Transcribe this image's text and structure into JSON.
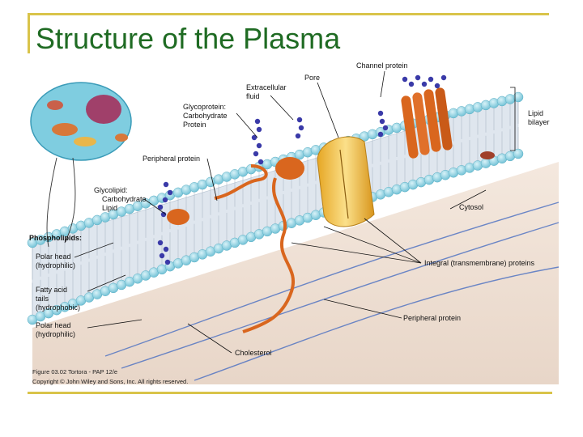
{
  "slide": {
    "title": "Structure of the Plasma"
  },
  "labels": {
    "channel_protein": "Channel protein",
    "pore": "Pore",
    "extracellular_fluid": [
      "Extracellular",
      "fluid"
    ],
    "glycoprotein": [
      "Glycoprotein:",
      "Carbohydrate",
      "Protein"
    ],
    "peripheral_protein_top": "Peripheral protein",
    "glycolipid": [
      "Glycolipid:",
      "Carbohydrate",
      "Lipid"
    ],
    "lipid_bilayer": [
      "Lipid",
      "bilayer"
    ],
    "cytosol": "Cytosol",
    "phospholipids": "Phospholipids:",
    "polar_head_top": [
      "Polar head",
      "(hydrophilic)"
    ],
    "fatty_acid_tails": [
      "Fatty acid",
      "tails",
      "(hydrophobic)"
    ],
    "polar_head_bottom": [
      "Polar head",
      "(hydrophilic)"
    ],
    "integral_proteins": "Integral (transmembrane) proteins",
    "peripheral_protein_bottom": "Peripheral protein",
    "cholesterol": "Cholesterol"
  },
  "caption": {
    "line1": "Figure 03.02  Tortora - PAP 12/e",
    "line2": "Copyright © John Wiley and Sons, Inc. All rights reserved."
  },
  "colors": {
    "title": "#1f6b23",
    "frame": "#d9c44a",
    "polar_head": "#8fd0e0",
    "protein_orange": "#d9661e",
    "channel_yellow": "#f0c23a",
    "carbohydrate": "#3a3aa8",
    "cytosol": "#efe2d8"
  }
}
